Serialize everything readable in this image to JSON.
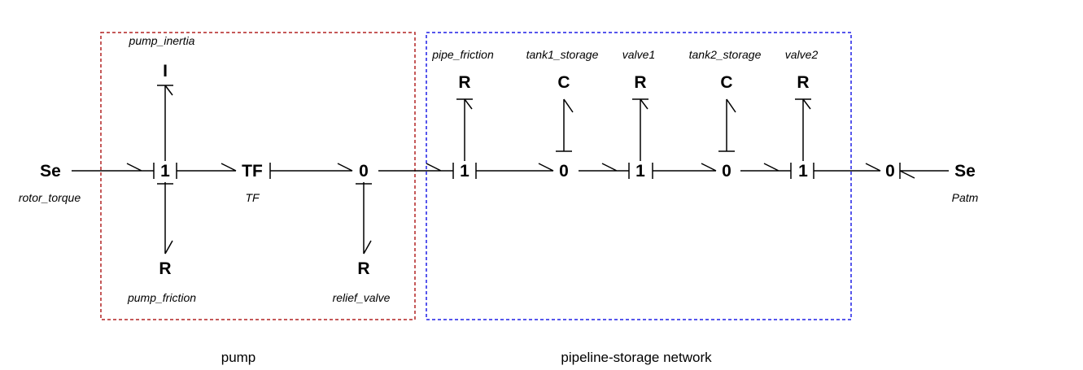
{
  "colors": {
    "pump_box": "#b22222",
    "network_box": "#1f1fe6"
  },
  "groups": {
    "pump": "pump",
    "network": "pipeline-storage network"
  },
  "elements": {
    "se_left": "Se",
    "j1_pump": "1",
    "i_pump": "I",
    "r_pump": "R",
    "tf": "TF",
    "j0_pump": "0",
    "r_relief": "R",
    "j1_pipe": "1",
    "r_pipe": "R",
    "j0_tank1": "0",
    "c_tank1": "C",
    "j1_valve1": "1",
    "r_valve1": "R",
    "j0_tank2": "0",
    "c_tank2": "C",
    "j1_valve2": "1",
    "r_valve2": "R",
    "j0_out": "0",
    "se_right": "Se"
  },
  "labels": {
    "rotor_torque": "rotor_torque",
    "pump_inertia": "pump_inertia",
    "pump_friction": "pump_friction",
    "tf": "TF",
    "relief_valve": "relief_valve",
    "pipe_friction": "pipe_friction",
    "tank1_storage": "tank1_storage",
    "valve1": "valve1",
    "tank2_storage": "tank2_storage",
    "valve2": "valve2",
    "patm": "Patm"
  }
}
